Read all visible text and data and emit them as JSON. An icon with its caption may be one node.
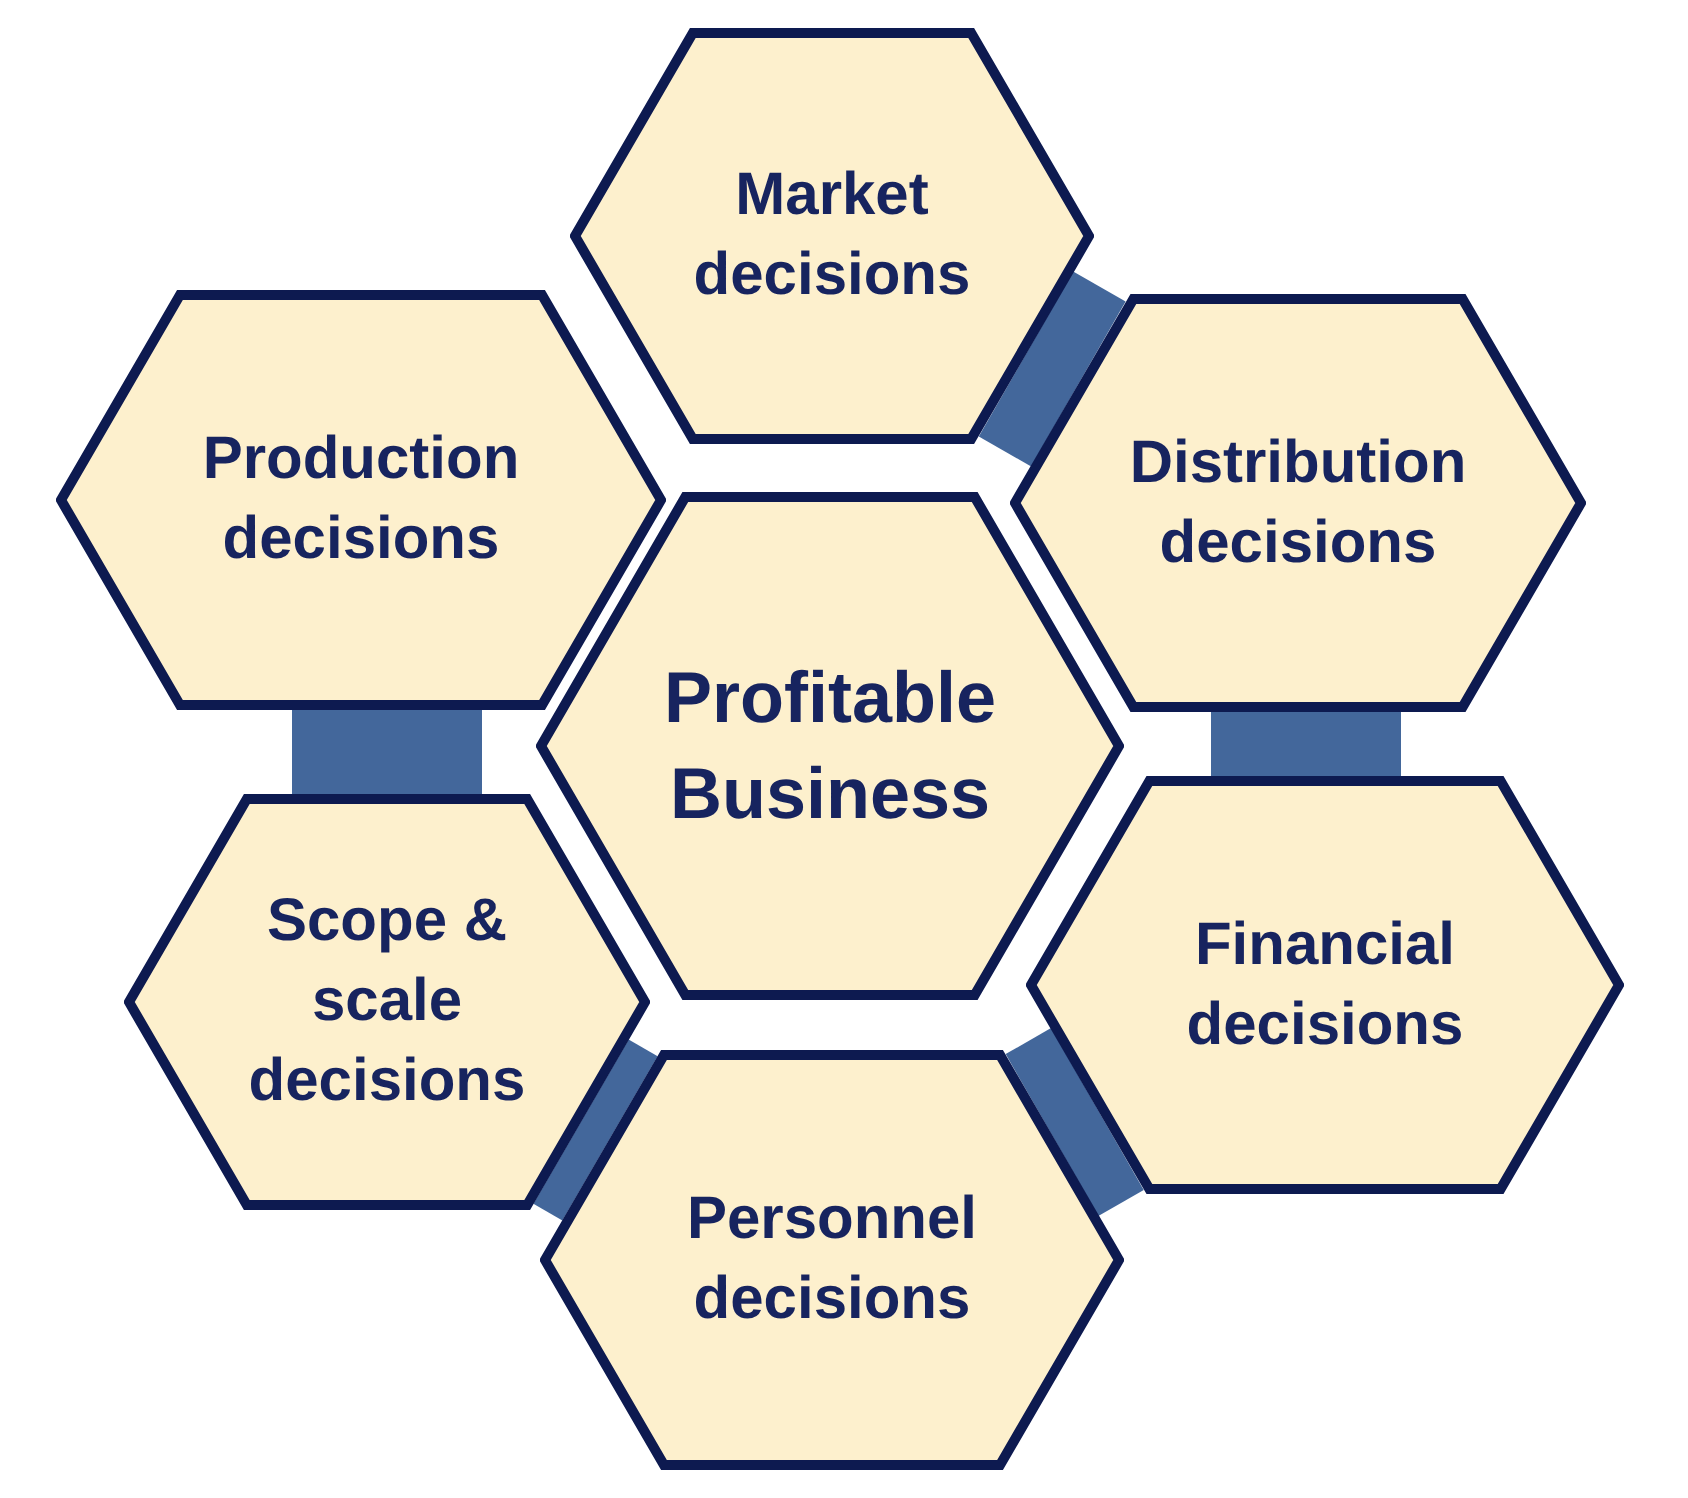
{
  "diagram": {
    "nodes": [
      {
        "text": [
          "Market decisions"
        ]
      },
      {
        "text": [
          "Production decisions"
        ]
      },
      {
        "text": [
          "Distribution decisions"
        ]
      },
      {
        "text": [
          "Profitable Business"
        ]
      },
      {
        "text": [
          "Scope & scale decisions"
        ]
      },
      {
        "text": [
          "Financial decisions"
        ]
      },
      {
        "text": [
          "Personnel decisions"
        ]
      }
    ],
    "edges": [
      {
        "from": 0,
        "to": 2,
        "arrow": "none"
      },
      {
        "from": 2,
        "to": 5,
        "arrow": "none"
      },
      {
        "from": 5,
        "to": 6,
        "arrow": "none"
      },
      {
        "from": 6,
        "to": 4,
        "arrow": "none"
      },
      {
        "from": 4,
        "to": 1,
        "arrow": "none"
      }
    ]
  }
}
